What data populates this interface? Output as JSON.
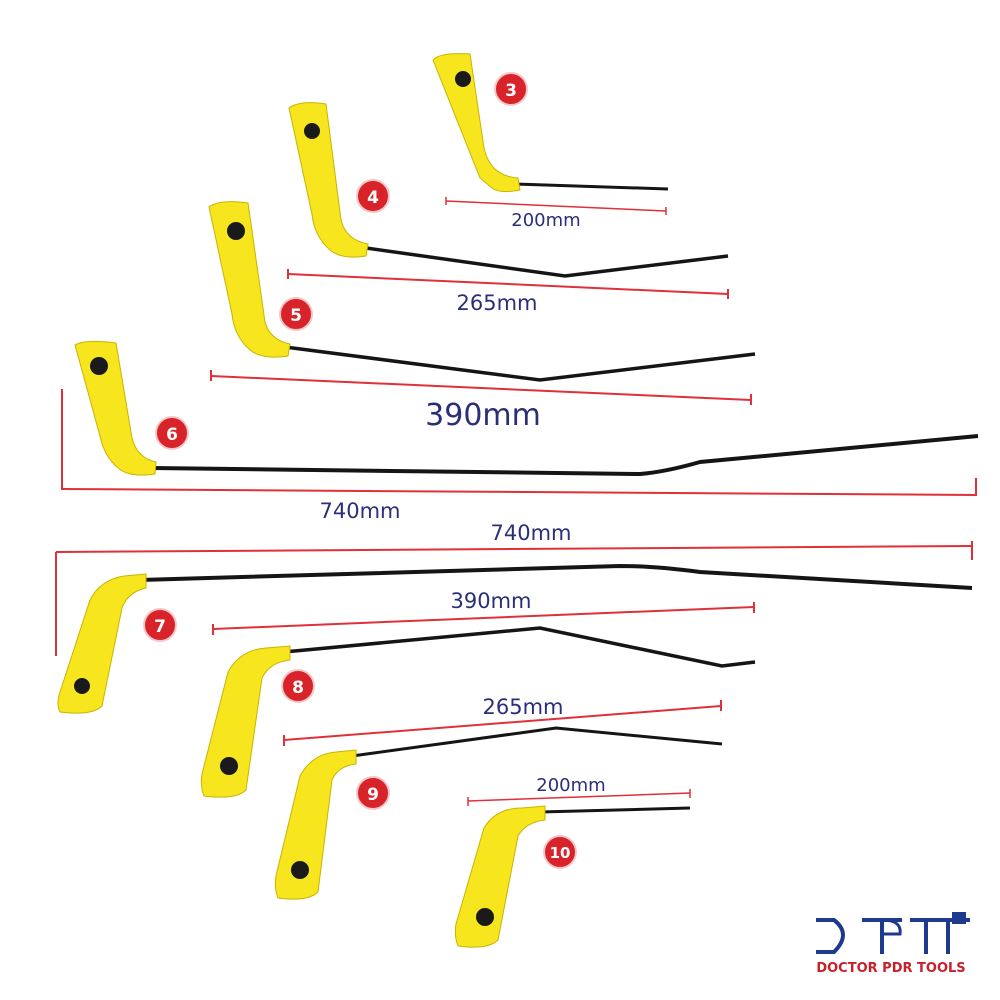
{
  "colors": {
    "handle": "#f7e51e",
    "handle_edge": "#c9b400",
    "rod": "#151515",
    "badge": "#d8232a",
    "badge_ring": "#f4c7c7",
    "measure_line": "#e0303a",
    "measure_text": "#2a2f78",
    "logo": "#1d3a8f",
    "logo_text": "#c8202a",
    "screw": "#1a1a1a"
  },
  "tools": [
    {
      "number": "3",
      "label": "200mm"
    },
    {
      "number": "4",
      "label": "265mm"
    },
    {
      "number": "5",
      "label": "390mm"
    },
    {
      "number": "6",
      "label": "740mm"
    },
    {
      "number": "7",
      "label": "740mm"
    },
    {
      "number": "8",
      "label": "390mm"
    },
    {
      "number": "9",
      "label": "265mm"
    },
    {
      "number": "10",
      "label": "200mm"
    }
  ],
  "logo": {
    "icon": "dpt-hammer-logo",
    "text": "DOCTOR PDR TOOLS"
  }
}
